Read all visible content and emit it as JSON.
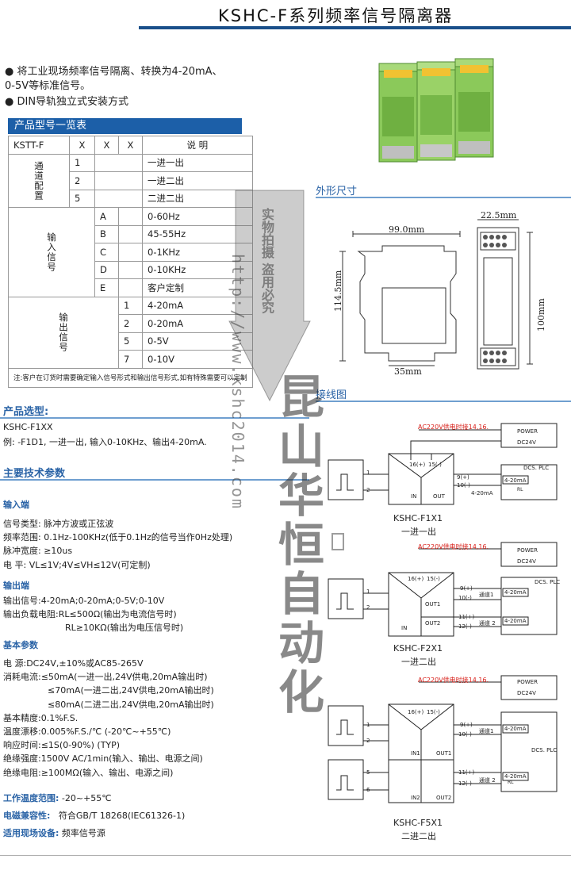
{
  "title": "KSHC-F系列频率信号隔离器",
  "bullets": [
    "将工业现场频率信号隔离、转换为4-20mA、",
    "0-5V等标准信号。",
    "DIN导轨独立式安装方式"
  ],
  "model_table": {
    "header": "产品型号一览表",
    "head_row": [
      "KSTT-F",
      "X",
      "X",
      "X",
      "说    明"
    ],
    "groups": [
      {
        "label": "通道配置",
        "rows": [
          [
            "1",
            "一进一出"
          ],
          [
            "2",
            "一进二出"
          ],
          [
            "5",
            "二进二出"
          ]
        ]
      },
      {
        "label": "输入信号",
        "rows": [
          [
            "A",
            "0-60Hz"
          ],
          [
            "B",
            "45-55Hz"
          ],
          [
            "C",
            "0-1KHz"
          ],
          [
            "D",
            "0-10KHz"
          ],
          [
            "E",
            "客户定制"
          ]
        ]
      },
      {
        "label": "输出信号",
        "rows": [
          [
            "1",
            "4-20mA"
          ],
          [
            "2",
            "0-20mA"
          ],
          [
            "5",
            "0-5V"
          ],
          [
            "7",
            "0-10V"
          ]
        ]
      }
    ],
    "note": "注:客户在订货时需要确定输入信号形式和输出信号形式,如有特殊需要可以定制"
  },
  "selection": {
    "title": "产品选型:",
    "code": "KSHC-F1XX",
    "example": "例:    -F1D1, 一进一出, 输入0-10KHz、输出4-20mA."
  },
  "specs": {
    "title": "主要技术参数",
    "input": {
      "title": "输入端",
      "lines": [
        "信号类型: 脉冲方波或正弦波",
        "频率范围: 0.1Hz-100KHz(低于0.1Hz的信号当作0Hz处理)",
        "脉冲宽度: ≥10us",
        "电      平: VL≤1V;4V≤VH≤12V(可定制)"
      ]
    },
    "output": {
      "title": "输出端",
      "lines": [
        "输出信号:4-20mA;0-20mA;0-5V;0-10V",
        "输出负载电阻:RL≤500Ω(输出为电流信号时)",
        "RL≥10KΩ(输出为电压信号时)"
      ]
    },
    "basic": {
      "title": "基本参数",
      "lines": [
        "电   源:DC24V,±10%或AC85-265V",
        "消耗电流:≤50mA(一进一出,24V供电,20mA输出时)",
        "≤70mA(一进二出,24V供电,20mA输出时)",
        "≤80mA(二进二出,24V供电,20mA输出时)",
        "基本精度:0.1%F.S.",
        "温度漂移:0.005%F.S./℃ (-20℃~+55℃)",
        "响应时间:≤1S(0-90%) (TYP)",
        "绝缘强度:1500V AC/1min(输入、输出、电源之间)",
        "绝缘电阻:≥100MΩ(输入、输出、电源之间)"
      ]
    },
    "extra": [
      {
        "label": "工作温度范围:",
        "value": "-20~+55℃"
      },
      {
        "label": "电磁兼容性:",
        "value": "符合GB/T 18268(IEC61326-1)"
      },
      {
        "label": "适用现场设备:",
        "value": "频率信号源"
      }
    ]
  },
  "dimensions": {
    "title": "外形尺寸",
    "w": "99.0mm",
    "h": "114.5mm",
    "base": "35mm",
    "side_w": "22.5mm",
    "side_h": "100mm"
  },
  "wiring": {
    "title": "接线图",
    "ac_note": "AC220V供电时接14,16.",
    "power": "POWER",
    "dc24": "DC24V",
    "plc": "DCS. PLC",
    "ma": "4-20mA",
    "rl": "RL",
    "d1": {
      "model": "KSHC-F1X1",
      "desc": "一进一出"
    },
    "d2": {
      "model": "KSHC-F2X1",
      "desc": "一进二出"
    },
    "d3": {
      "model": "KSHC-F5X1",
      "desc": "二进二出"
    }
  },
  "watermark": {
    "stamp": "实物拍摄 盗用必究",
    "url": "http://www.kshc2014.com",
    "brand": "昆山华恒自动化"
  },
  "colors": {
    "blue": "#1c5fa8",
    "red": "#d8201a",
    "green": "#8bc95a"
  }
}
